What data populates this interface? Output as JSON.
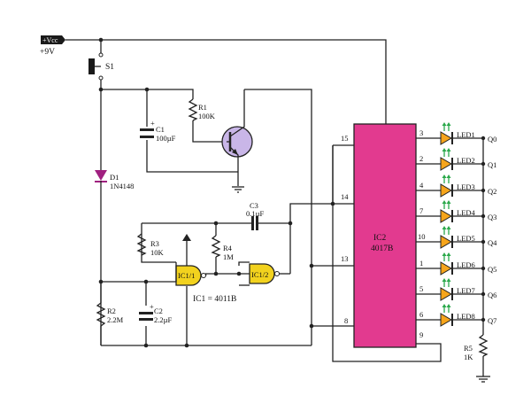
{
  "supply": {
    "terminal": "+Vcc",
    "voltage": "+9V"
  },
  "switch": {
    "ref": "S1"
  },
  "resistors": {
    "r1": {
      "ref": "R1",
      "value": "100K"
    },
    "r2": {
      "ref": "R2",
      "value": "2.2M"
    },
    "r3": {
      "ref": "R3",
      "value": "10K"
    },
    "r4": {
      "ref": "R4",
      "value": "1M"
    },
    "r5": {
      "ref": "R5",
      "value": "1K"
    }
  },
  "capacitors": {
    "c1": {
      "ref": "C1",
      "value": "100µF"
    },
    "c2": {
      "ref": "C2",
      "value": "2.2µF"
    },
    "c3": {
      "ref": "C3",
      "value": "0.1µF"
    }
  },
  "diode": {
    "ref": "D1",
    "part": "1N4148"
  },
  "gates": {
    "g1": "IC1/1",
    "g2": "IC1/2",
    "note": "IC1 = 4011B"
  },
  "counter": {
    "ref": "IC2",
    "part": "4017B",
    "pin_clock": "14",
    "pin_vdd": "15",
    "pin_13": "13",
    "pin_8": "8",
    "pin_9": "9"
  },
  "leds": [
    {
      "label": "LED1",
      "pin": "3",
      "output": "Q0"
    },
    {
      "label": "LED2",
      "pin": "2",
      "output": "Q1"
    },
    {
      "label": "LED3",
      "pin": "4",
      "output": "Q2"
    },
    {
      "label": "LED4",
      "pin": "7",
      "output": "Q3"
    },
    {
      "label": "LED5",
      "pin": "10",
      "output": "Q4"
    },
    {
      "label": "LED6",
      "pin": "1",
      "output": "Q5"
    },
    {
      "label": "LED7",
      "pin": "5",
      "output": "Q6"
    },
    {
      "label": "LED8",
      "pin": "6",
      "output": "Q7"
    }
  ],
  "colors": {
    "ic_fill": "#e23a8f",
    "transistor_fill": "#c9b6e8",
    "gate_fill": "#f2d21e",
    "led_fill": "#f6a51b",
    "arrow_green": "#2aa84a",
    "vcc_tag": "#1a1a1a"
  }
}
